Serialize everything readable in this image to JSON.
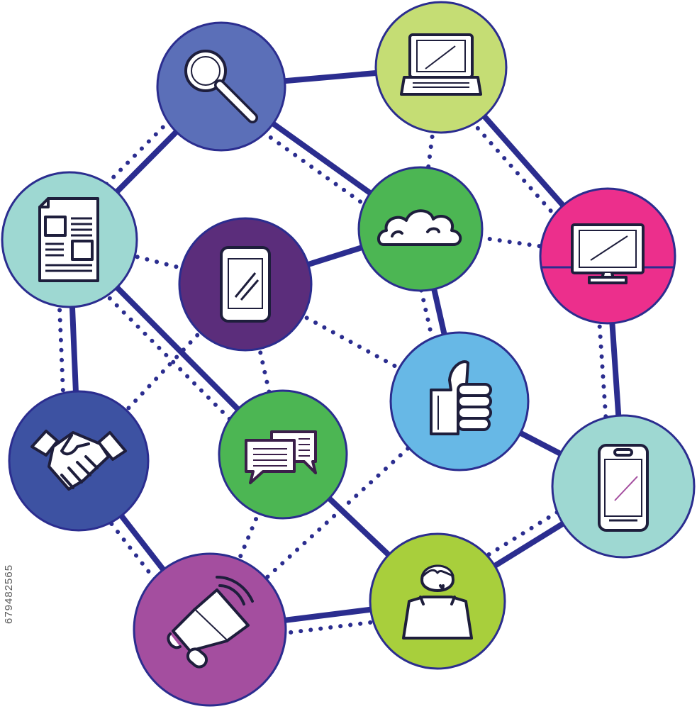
{
  "diagram": {
    "nodes": [
      {
        "id": "search",
        "icon": "magnifier-icon",
        "color": "#5b6fb8"
      },
      {
        "id": "laptop",
        "icon": "laptop-icon",
        "color": "#c5dd74"
      },
      {
        "id": "document",
        "icon": "document-icon",
        "color": "#9ed8d2"
      },
      {
        "id": "cloud",
        "icon": "cloud-icon",
        "color": "#4cb653"
      },
      {
        "id": "monitor",
        "icon": "monitor-icon",
        "color": "#ec2f8c"
      },
      {
        "id": "tablet",
        "icon": "tablet-icon",
        "color": "#5b2d7b"
      },
      {
        "id": "thumbsup",
        "icon": "thumbs-up-icon",
        "color": "#67b8e6"
      },
      {
        "id": "handshake",
        "icon": "handshake-icon",
        "color": "#3d52a2"
      },
      {
        "id": "chat",
        "icon": "chat-icon",
        "color": "#4cb653"
      },
      {
        "id": "phone",
        "icon": "smartphone-icon",
        "color": "#9ed8d2"
      },
      {
        "id": "megaphone",
        "icon": "megaphone-icon",
        "color": "#a44e9f"
      },
      {
        "id": "person",
        "icon": "person-icon",
        "color": "#a8cf3c"
      }
    ],
    "solid_links": [
      [
        "search",
        "laptop"
      ],
      [
        "laptop",
        "monitor"
      ],
      [
        "monitor",
        "phone"
      ],
      [
        "phone",
        "person"
      ],
      [
        "person",
        "megaphone"
      ],
      [
        "megaphone",
        "handshake"
      ],
      [
        "handshake",
        "document"
      ],
      [
        "document",
        "search"
      ],
      [
        "search",
        "cloud"
      ],
      [
        "cloud",
        "tablet"
      ],
      [
        "cloud",
        "thumbsup"
      ],
      [
        "document",
        "chat"
      ],
      [
        "chat",
        "person"
      ],
      [
        "thumbsup",
        "phone"
      ]
    ],
    "dotted_links": [
      [
        "search",
        "document"
      ],
      [
        "laptop",
        "monitor"
      ],
      [
        "cloud",
        "monitor"
      ],
      [
        "monitor",
        "phone"
      ],
      [
        "phone",
        "person"
      ],
      [
        "megaphone",
        "person"
      ],
      [
        "handshake",
        "megaphone"
      ],
      [
        "document",
        "handshake"
      ],
      [
        "document",
        "tablet"
      ],
      [
        "document",
        "chat"
      ],
      [
        "search",
        "cloud"
      ],
      [
        "laptop",
        "cloud"
      ],
      [
        "tablet",
        "thumbsup"
      ],
      [
        "cloud",
        "thumbsup"
      ],
      [
        "thumbsup",
        "megaphone"
      ],
      [
        "tablet",
        "handshake"
      ],
      [
        "chat",
        "megaphone"
      ],
      [
        "tablet",
        "chat"
      ]
    ],
    "link_color": "#2b2d8f"
  },
  "side_text": "679482565"
}
